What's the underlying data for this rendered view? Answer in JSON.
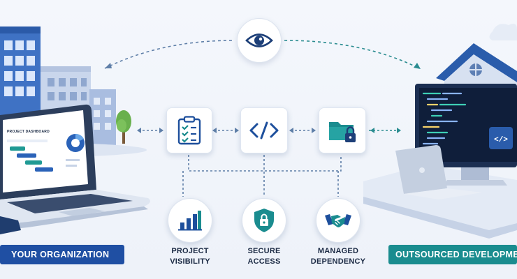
{
  "diagram": {
    "left_panel": {
      "dashboard_title": "PROJECT DASHBOARD",
      "banner_label": "YOUR ORGANIZATION"
    },
    "right_panel": {
      "banner_label": "OUTSOURCED DEVELOPMENT TE"
    },
    "top_icon": "eye-icon",
    "process_nodes": [
      {
        "icon": "clipboard-checklist-icon"
      },
      {
        "icon": "code-brackets-icon"
      },
      {
        "icon": "folder-lock-icon"
      }
    ],
    "benefits": [
      {
        "icon": "bar-chart-icon",
        "label_line1": "PROJECT",
        "label_line2": "VISIBILITY"
      },
      {
        "icon": "shield-lock-icon",
        "label_line1": "SECURE",
        "label_line2": "ACCESS"
      },
      {
        "icon": "handshake-icon",
        "label_line1": "MANAGED",
        "label_line2": "DEPENDENCY"
      }
    ],
    "colors": {
      "navy": "#1f4fa3",
      "teal": "#1a8c8f",
      "icon_blue": "#1d4f9c",
      "icon_teal": "#178a8c",
      "connector": "#5f7fa8"
    }
  }
}
